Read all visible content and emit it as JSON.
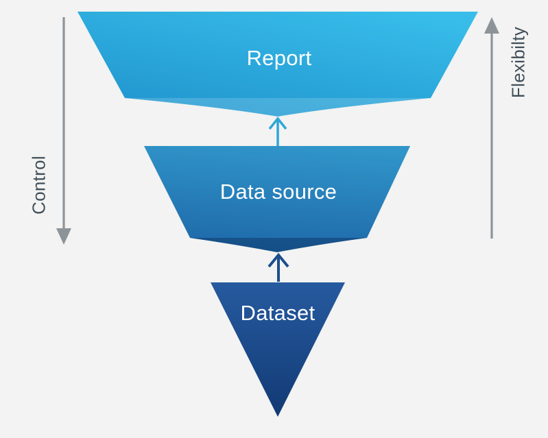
{
  "diagram": {
    "layers": [
      {
        "id": "report",
        "label": "Report"
      },
      {
        "id": "data_source",
        "label": "Data source"
      },
      {
        "id": "dataset",
        "label": "Dataset"
      }
    ],
    "left_axis": {
      "label": "Control",
      "arrow_direction": "down"
    },
    "right_axis": {
      "label": "Flexibilty",
      "arrow_direction": "up"
    }
  },
  "colors": {
    "background": "#f2f3f2",
    "report_top": "#38bdea",
    "report_bottom": "#2095ce",
    "data_source_top": "#3095c9",
    "data_source_bottom": "#1e68a9",
    "dataset_top": "#265a9f",
    "dataset_bottom": "#123a74",
    "arrow_cyan": "#2ea6d8",
    "arrow_navy": "#1d4e8c",
    "axis_gray": "#8d9499",
    "axis_text": "#414e58"
  }
}
